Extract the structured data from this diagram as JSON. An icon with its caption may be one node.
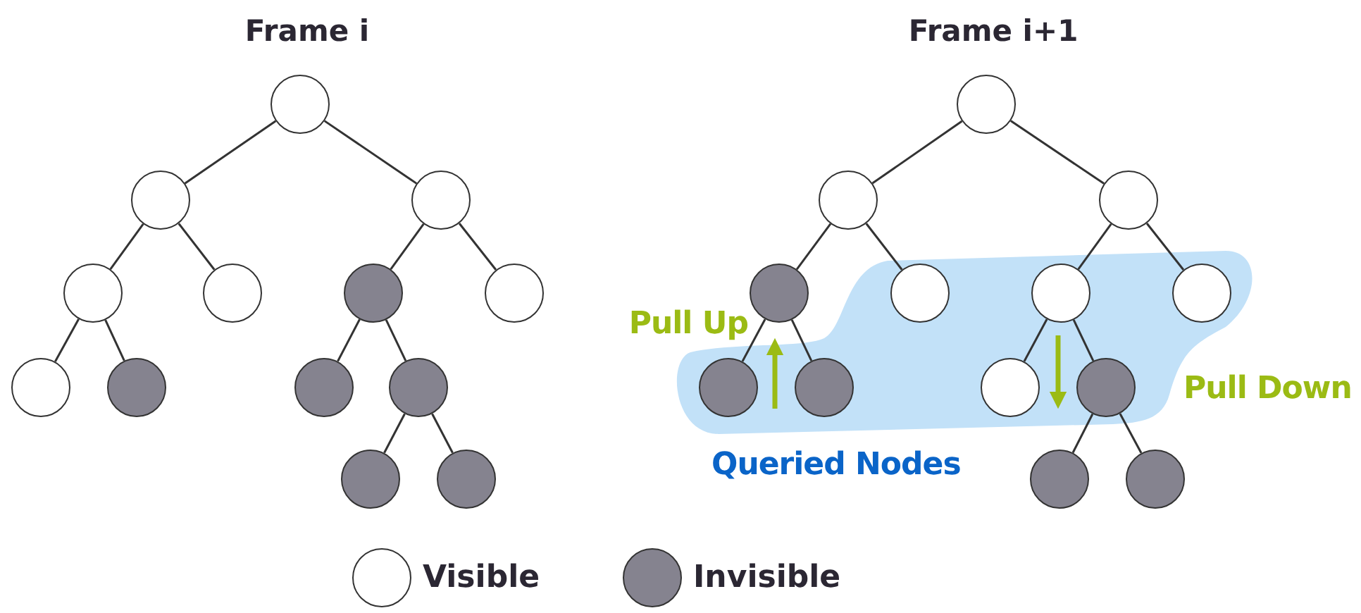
{
  "diagram": {
    "nodes": [
      {
        "text": [],
        "shape": "circle"
      },
      {
        "text": [],
        "shape": "circle"
      },
      {
        "text": [],
        "shape": "circle"
      },
      {
        "text": [],
        "shape": "circle"
      },
      {
        "text": [],
        "shape": "circle"
      },
      {
        "text": [],
        "shape": "circle"
      },
      {
        "text": [],
        "shape": "circle"
      },
      {
        "text": [],
        "shape": "circle"
      },
      {
        "text": [],
        "shape": "circle"
      },
      {
        "text": [],
        "shape": "circle"
      },
      {
        "text": [],
        "shape": "circle"
      },
      {
        "text": [],
        "shape": "circle"
      },
      {
        "text": [],
        "shape": "circle"
      },
      {
        "text": [],
        "shape": "circle"
      },
      {
        "text": [],
        "shape": "circle"
      },
      {
        "text": [],
        "shape": "circle"
      },
      {
        "text": [],
        "shape": "circle"
      },
      {
        "text": [],
        "shape": "circle"
      },
      {
        "text": [],
        "shape": "circle"
      },
      {
        "text": [],
        "shape": "circle"
      },
      {
        "text": [],
        "shape": "circle"
      },
      {
        "text": [],
        "shape": "circle"
      },
      {
        "text": [],
        "shape": "circle"
      },
      {
        "text": [],
        "shape": "circle"
      },
      {
        "text": [],
        "shape": "circle"
      },
      {
        "text": [],
        "shape": "circle"
      }
    ],
    "edges": [
      {
        "from": 0,
        "to": 1,
        "arrow": "none"
      },
      {
        "from": 0,
        "to": 2,
        "arrow": "none"
      },
      {
        "from": 1,
        "to": 3,
        "arrow": "none"
      },
      {
        "from": 1,
        "to": 4,
        "arrow": "none"
      },
      {
        "from": 2,
        "to": 5,
        "arrow": "none"
      },
      {
        "from": 2,
        "to": 6,
        "arrow": "none"
      },
      {
        "from": 3,
        "to": 7,
        "arrow": "none"
      },
      {
        "from": 3,
        "to": 8,
        "arrow": "none"
      },
      {
        "from": 5,
        "to": 9,
        "arrow": "none"
      },
      {
        "from": 5,
        "to": 10,
        "arrow": "none"
      },
      {
        "from": 10,
        "to": 11,
        "arrow": "none"
      },
      {
        "from": 10,
        "to": 12,
        "arrow": "none"
      },
      {
        "from": 13,
        "to": 14,
        "arrow": "none"
      },
      {
        "from": 13,
        "to": 15,
        "arrow": "none"
      },
      {
        "from": 14,
        "to": 16,
        "arrow": "none"
      },
      {
        "from": 14,
        "to": 17,
        "arrow": "none"
      },
      {
        "from": 15,
        "to": 18,
        "arrow": "none"
      },
      {
        "from": 15,
        "to": 19,
        "arrow": "none"
      },
      {
        "from": 16,
        "to": 20,
        "arrow": "none"
      },
      {
        "from": 16,
        "to": 21,
        "arrow": "none"
      },
      {
        "from": 18,
        "to": 22,
        "arrow": "none"
      },
      {
        "from": 18,
        "to": 23,
        "arrow": "none"
      },
      {
        "from": 23,
        "to": 24,
        "arrow": "none"
      },
      {
        "from": 23,
        "to": 25,
        "arrow": "none"
      }
    ],
    "labels": [
      "Frame i",
      "Frame i+1",
      "Pull Up",
      "Queried Nodes",
      "Pull Down"
    ],
    "legend": [
      {
        "text": "Visible",
        "color": "#ffffff"
      },
      {
        "text": "Invisible",
        "color": "#85838f"
      }
    ]
  }
}
